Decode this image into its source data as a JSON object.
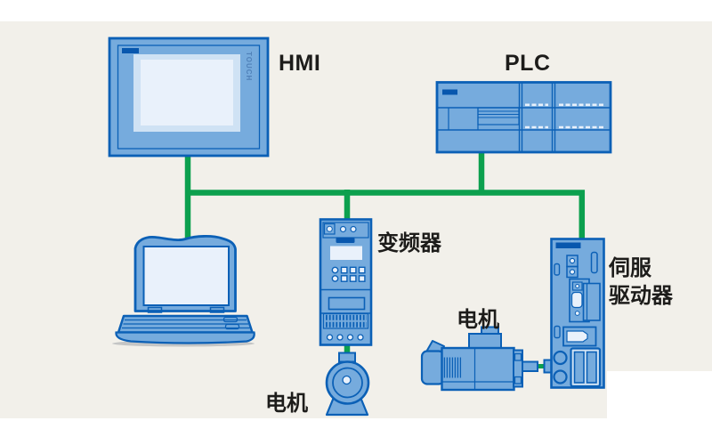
{
  "diagram": {
    "type": "automation-network-topology",
    "labels": {
      "hmi": "HMI",
      "plc": "PLC",
      "inverter": "变频器",
      "inverter_motor": "电机",
      "servo_motor": "电机",
      "servo_drive_line1": "伺服",
      "servo_drive_line2": "驱动器",
      "hmi_touch_badge": "TOUCH"
    },
    "topology": {
      "bus_members": [
        "hmi",
        "laptop",
        "inverter",
        "plc",
        "servo_drive"
      ],
      "device_links": [
        [
          "inverter",
          "inverter_motor"
        ],
        [
          "servo_drive",
          "servo_motor"
        ]
      ]
    },
    "colors": {
      "paper_background": "#f2f0ea",
      "device_fill": "#76abdd",
      "device_stroke": "#0b60b6",
      "device_dark_accent": "#0857ae",
      "panel_light": "#cfe2f4",
      "panel_bright": "#e9f1fb",
      "network_line": "#0ca04e",
      "label_text": "#1d1c1a"
    }
  }
}
